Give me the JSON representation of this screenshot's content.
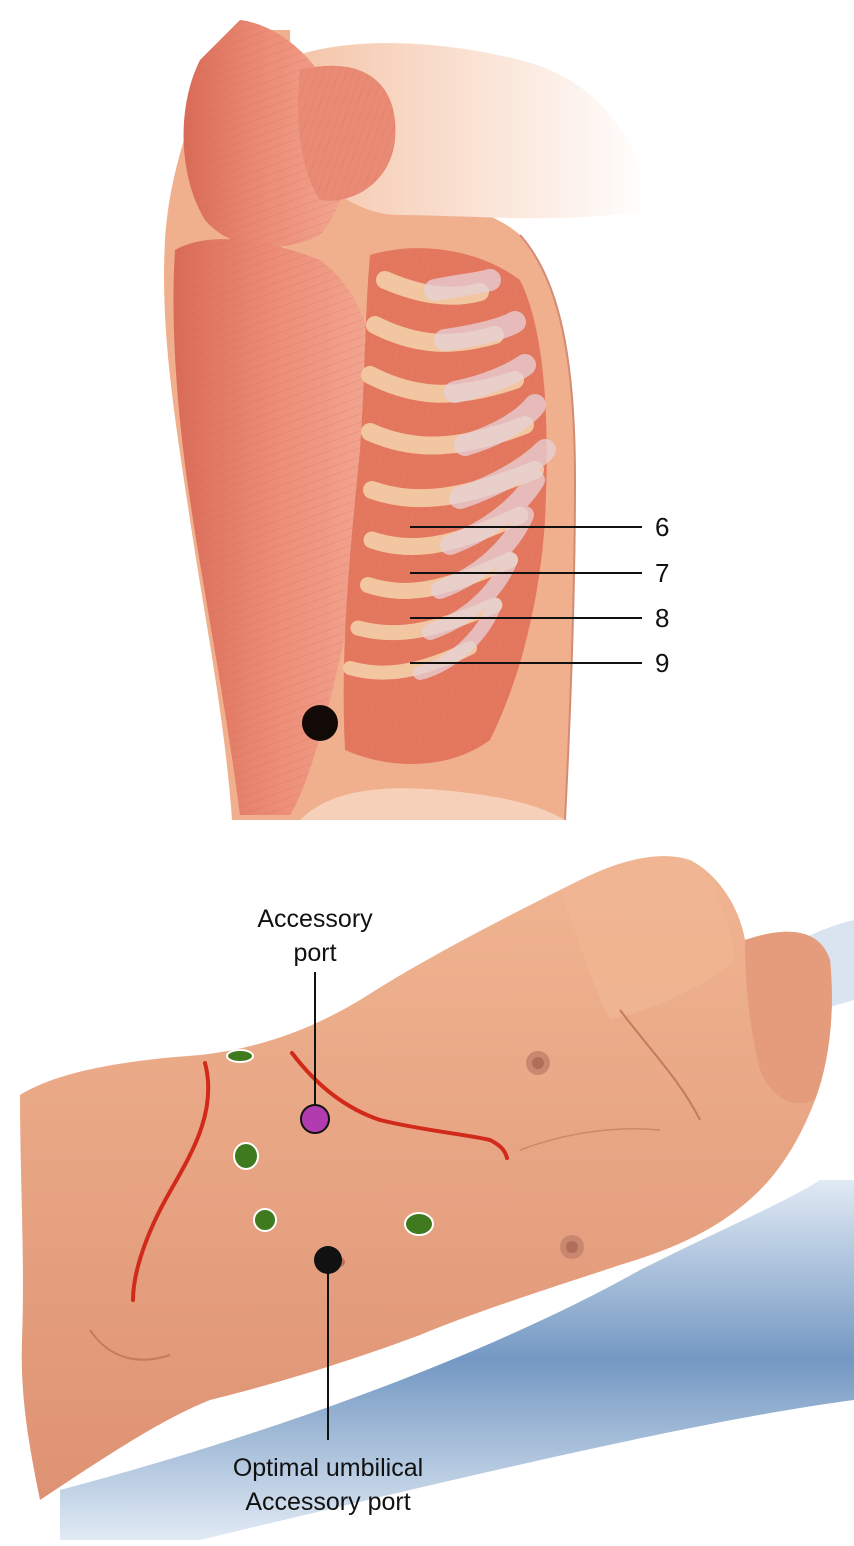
{
  "rib_labels": [
    "6",
    "7",
    "8",
    "9"
  ],
  "accessory_port": {
    "line1": "Accessory",
    "line2": "port",
    "color": "#b03cb0"
  },
  "umbilical_port": {
    "line1": "Optimal umbilical",
    "line2": "Accessory port",
    "color": "#111111"
  },
  "colors": {
    "muscle": "#e8826c",
    "muscle_dark": "#c95f4a",
    "skin": "#eaa37f",
    "skin_light": "#f3bf9d",
    "rib": "#f2c6a0",
    "costal_cartilage": "#e7d2d8",
    "trocar_port": "#3f7a1f",
    "incision_line": "#d12a1a",
    "table": "#5b86b8"
  },
  "trocar_ports": 4,
  "icons": [
    "muscle-anatomy-illustration",
    "torso-illustration",
    "port-marker-icon"
  ]
}
